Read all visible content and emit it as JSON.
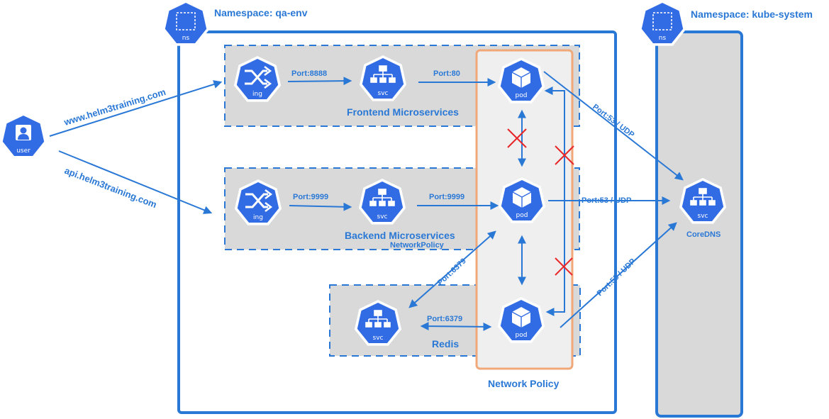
{
  "namespaces": [
    {
      "id": "qa-env",
      "label": "Namespace:  qa-env",
      "icon_label": "ns"
    },
    {
      "id": "kube-system",
      "label": "Namespace:  kube-system",
      "icon_label": "ns"
    }
  ],
  "user": {
    "icon_label": "user"
  },
  "urls": {
    "frontend": "www.helm3training.com",
    "api": "api.helm3training.com"
  },
  "groups": {
    "frontend": "Frontend Microservices",
    "backend": "Backend Microservices",
    "backend_policy": "NetworkPolicy",
    "redis": "Redis",
    "network_policy": "Network Policy"
  },
  "ports": {
    "fe_ing_svc": "Port:8888",
    "fe_svc_pod": "Port:80",
    "be_ing_svc": "Port:9999",
    "be_svc_pod": "Port:9999",
    "redis_svc_pod": "Port:6379",
    "redis_diag": "Port:6379",
    "dns_fe": "Port:53 / UDP",
    "dns_be": "Port:53 / UDP",
    "dns_redis": "Port:53 / UDP"
  },
  "icons": {
    "ing": "ing",
    "svc": "svc",
    "pod": "pod"
  },
  "coredns": {
    "icon_label": "svc",
    "label": "CoreDNS"
  },
  "colors": {
    "blue": "#2a78d6",
    "k8s_blue": "#326ce5",
    "group_fill": "#d9d9d9",
    "policy_border": "#f0a878",
    "policy_fill": "#efefef",
    "blocked": "#e8262a"
  }
}
